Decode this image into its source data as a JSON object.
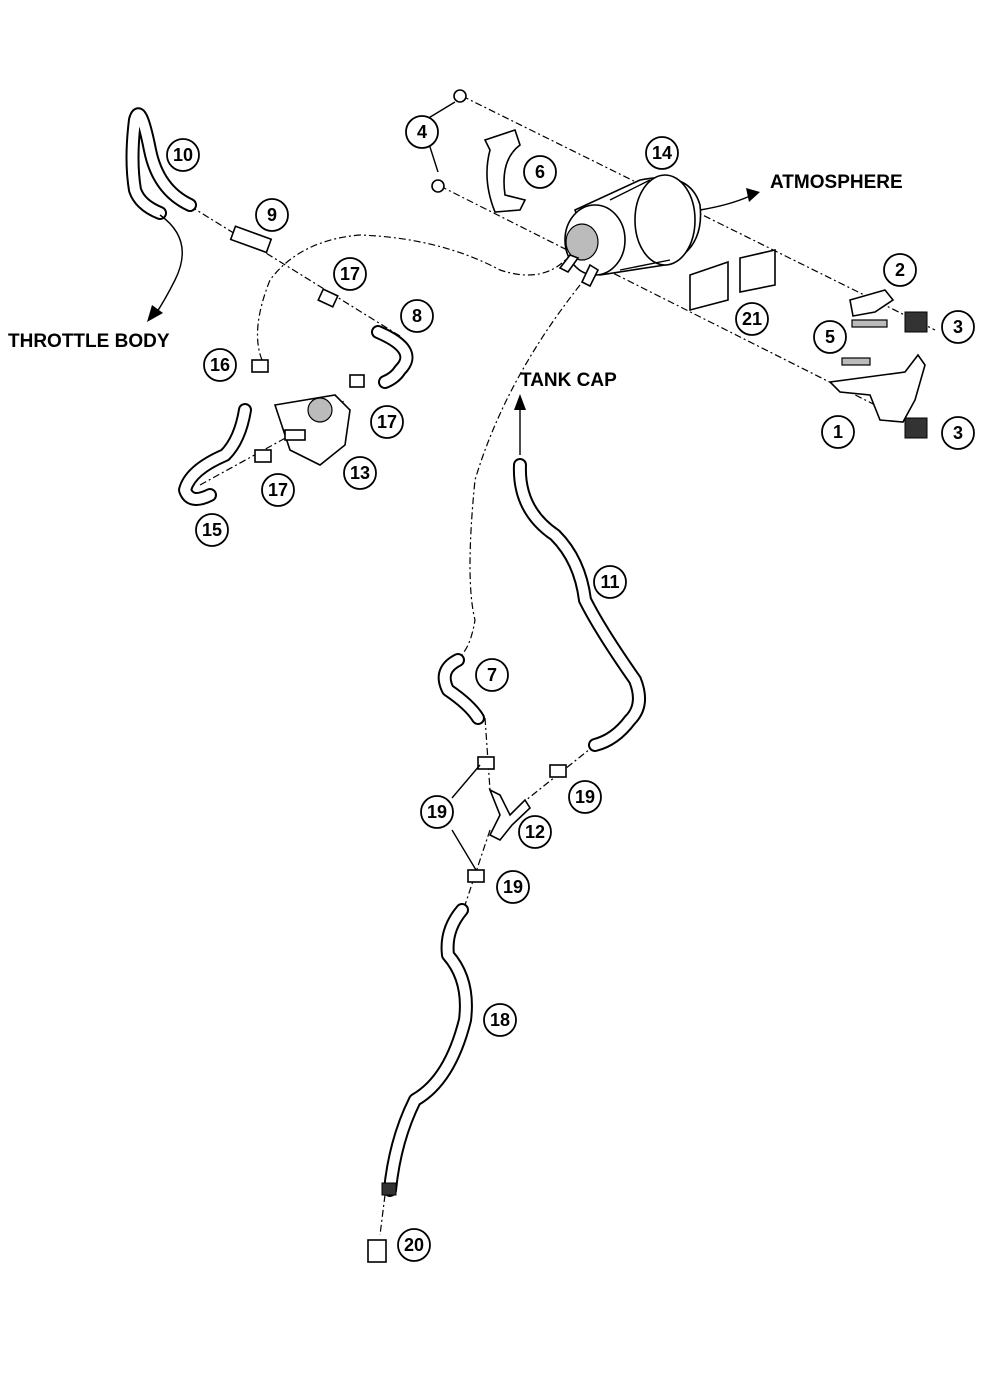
{
  "labels": {
    "throttle_body": "THROTTLE BODY",
    "atmosphere": "ATMOSPHERE",
    "tank_cap": "TANK CAP"
  },
  "callouts": {
    "c1": "1",
    "c2": "2",
    "c3a": "3",
    "c3b": "3",
    "c4": "4",
    "c5": "5",
    "c6": "6",
    "c7": "7",
    "c8": "8",
    "c9": "9",
    "c10": "10",
    "c11": "11",
    "c12": "12",
    "c13": "13",
    "c14": "14",
    "c15": "15",
    "c16": "16",
    "c17a": "17",
    "c17b": "17",
    "c17c": "17",
    "c18": "18",
    "c19a": "19",
    "c19b": "19",
    "c19c": "19",
    "c20": "20",
    "c21": "21"
  }
}
